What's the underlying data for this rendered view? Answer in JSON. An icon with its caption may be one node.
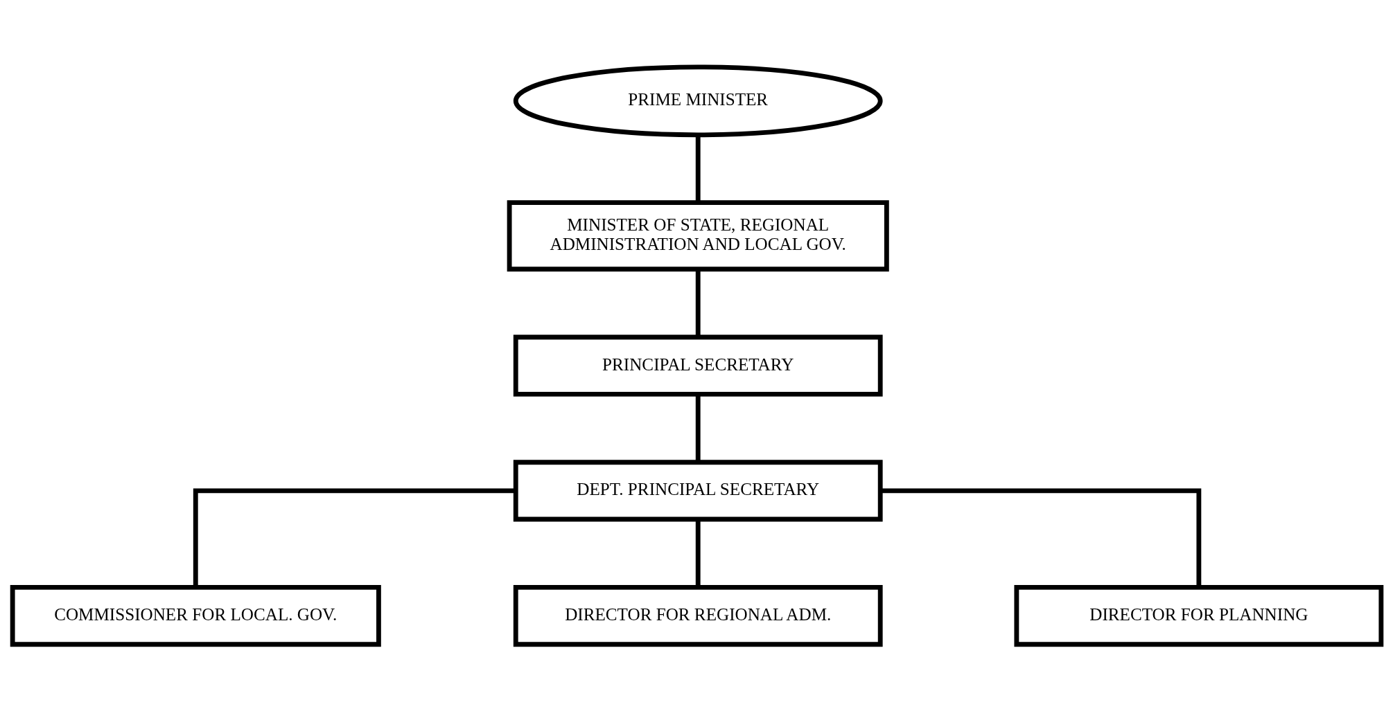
{
  "diagram": {
    "nodes": [
      {
        "text": [
          "PRIME MINISTER"
        ]
      },
      {
        "text": [
          "MINISTER OF STATE, REGIONAL ADMINISTRATION AND LOCAL GOV."
        ]
      },
      {
        "text": [
          "PRINCIPAL SECRETARY"
        ]
      },
      {
        "text": [
          "DEPT. PRINCIPAL SECRETARY"
        ]
      },
      {
        "text": [
          "COMMISSIONER FOR LOCAL. GOV."
        ]
      },
      {
        "text": [
          "DIRECTOR FOR REGIONAL ADM."
        ]
      },
      {
        "text": [
          "DIRECTOR FOR PLANNING"
        ]
      }
    ],
    "edges": [
      {
        "from": 0,
        "to": 1,
        "arrow": "none"
      },
      {
        "from": 1,
        "to": 2,
        "arrow": "none"
      },
      {
        "from": 2,
        "to": 3,
        "arrow": "none"
      },
      {
        "from": 3,
        "to": 4,
        "arrow": "none"
      },
      {
        "from": 3,
        "to": 5,
        "arrow": "none"
      },
      {
        "from": 3,
        "to": 6,
        "arrow": "none"
      }
    ]
  }
}
